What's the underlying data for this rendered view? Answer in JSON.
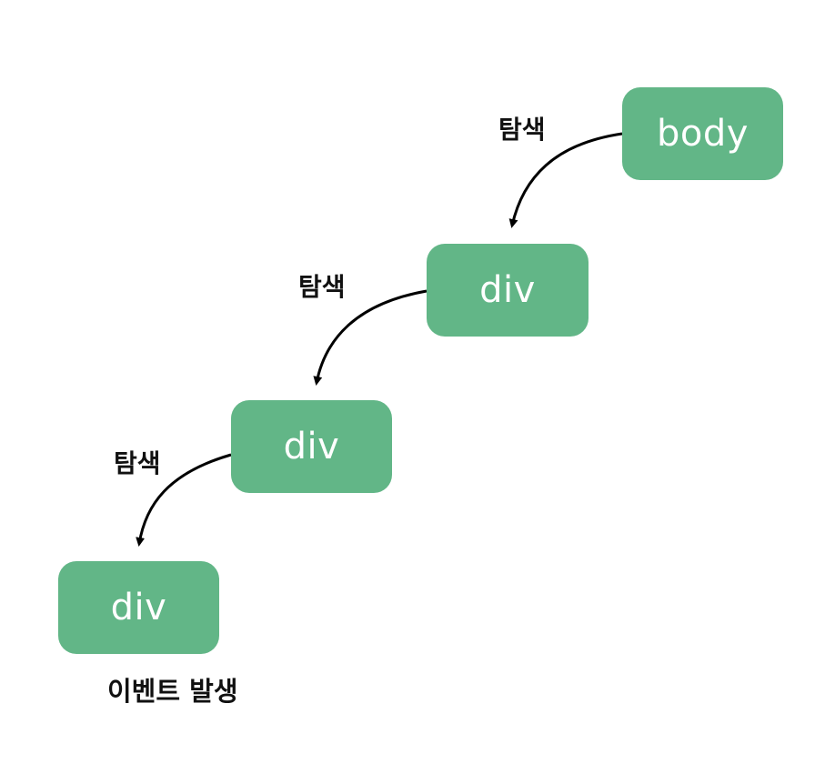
{
  "nodes": {
    "body": "body",
    "div1": "div",
    "div2": "div",
    "div3": "div"
  },
  "edge_labels": [
    "탐색",
    "탐색",
    "탐색"
  ],
  "event_label": "이벤트 발생",
  "colors": {
    "node_fill": "#62b687",
    "node_text": "#ffffff",
    "arrow": "#000000",
    "label_text": "#111111"
  }
}
